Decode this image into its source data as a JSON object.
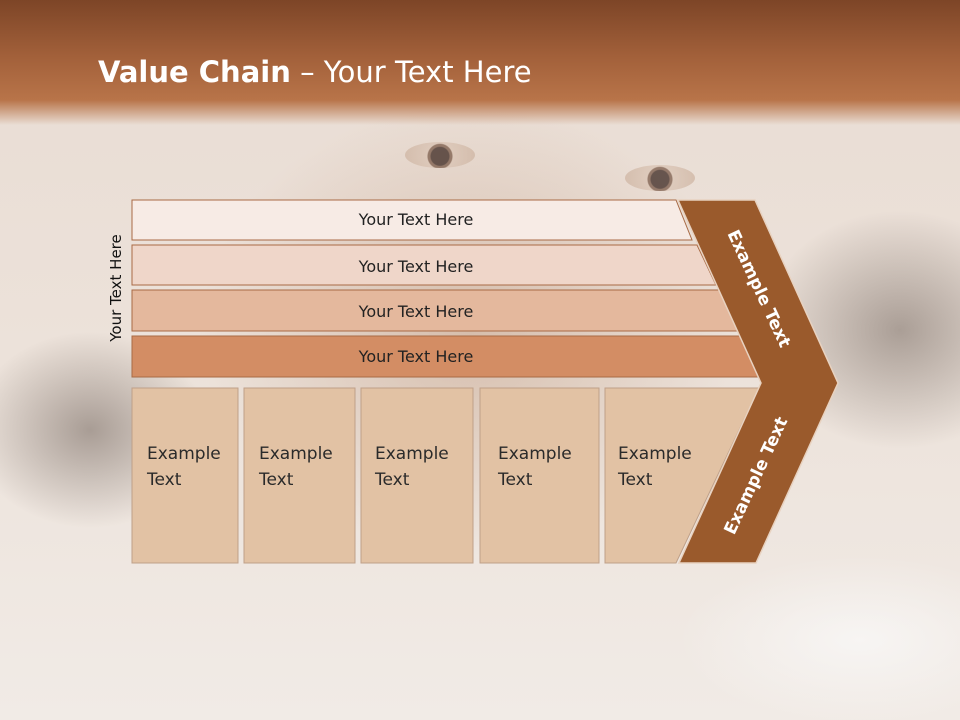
{
  "title": {
    "bold": "Value Chain",
    "rest": " – Your Text Here"
  },
  "side_label": "Your Text Here",
  "bars": [
    {
      "label": "Your Text Here",
      "color": "#f7ebe5"
    },
    {
      "label": "Your Text Here",
      "color": "#efd6c9"
    },
    {
      "label": "Your Text Here",
      "color": "#e4b89d"
    },
    {
      "label": "Your Text Here",
      "color": "#d38d64"
    }
  ],
  "columns": [
    {
      "line1": "Example",
      "line2": "Text"
    },
    {
      "line1": "Example",
      "line2": "Text"
    },
    {
      "line1": "Example",
      "line2": "Text"
    },
    {
      "line1": "Example",
      "line2": "Text"
    },
    {
      "line1": "Example",
      "line2": "Text"
    }
  ],
  "chevron_top": "Example Text",
  "chevron_bottom": "Example Text",
  "colors": {
    "header": "#a2603a",
    "chevron": "#9a5a2c",
    "column": "#e2c2a4",
    "bar_border": "#a86a45"
  }
}
